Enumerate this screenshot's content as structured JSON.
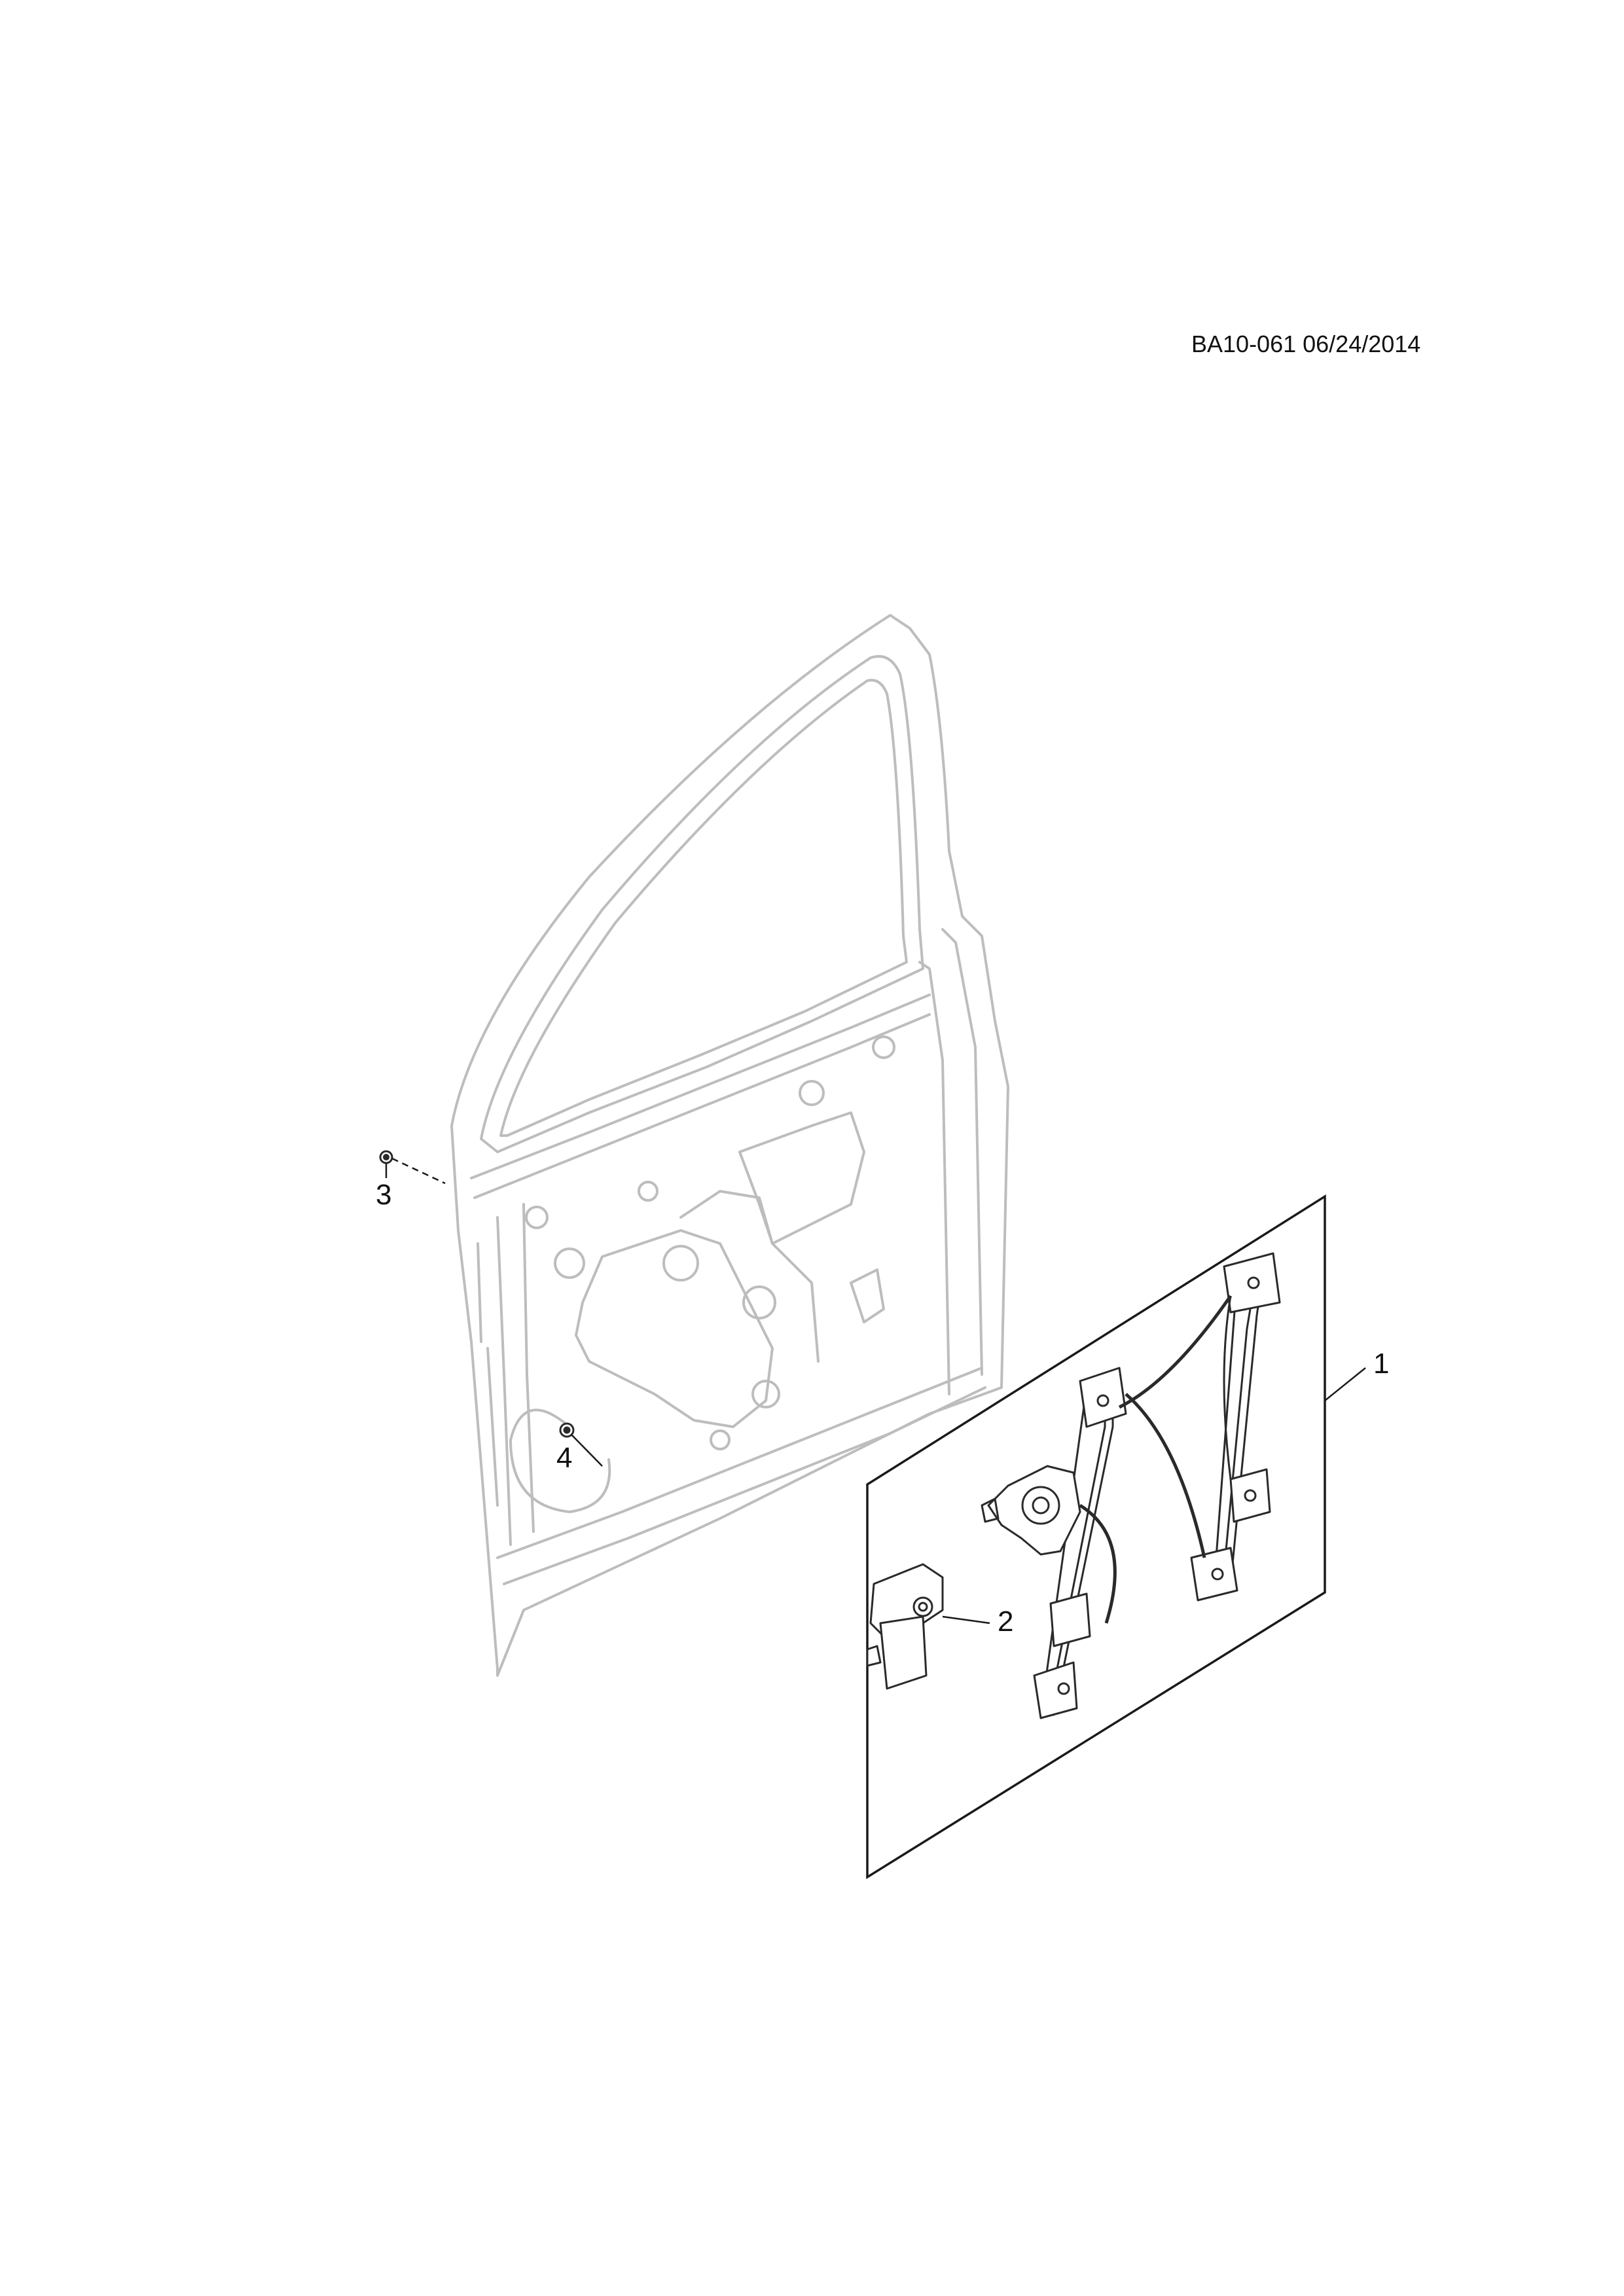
{
  "document": {
    "reference": "BA10-061 06/24/2014"
  },
  "callouts": [
    {
      "number": "1",
      "part": "window-regulator-assembly"
    },
    {
      "number": "2",
      "part": "window-motor"
    },
    {
      "number": "3",
      "part": "bolt"
    },
    {
      "number": "4",
      "part": "nut"
    }
  ],
  "colors": {
    "line": "#1a1a1a",
    "ghost": "#bdbdbd",
    "ghost_dark": "#9a9a9a",
    "part": "#2a2a2a"
  }
}
